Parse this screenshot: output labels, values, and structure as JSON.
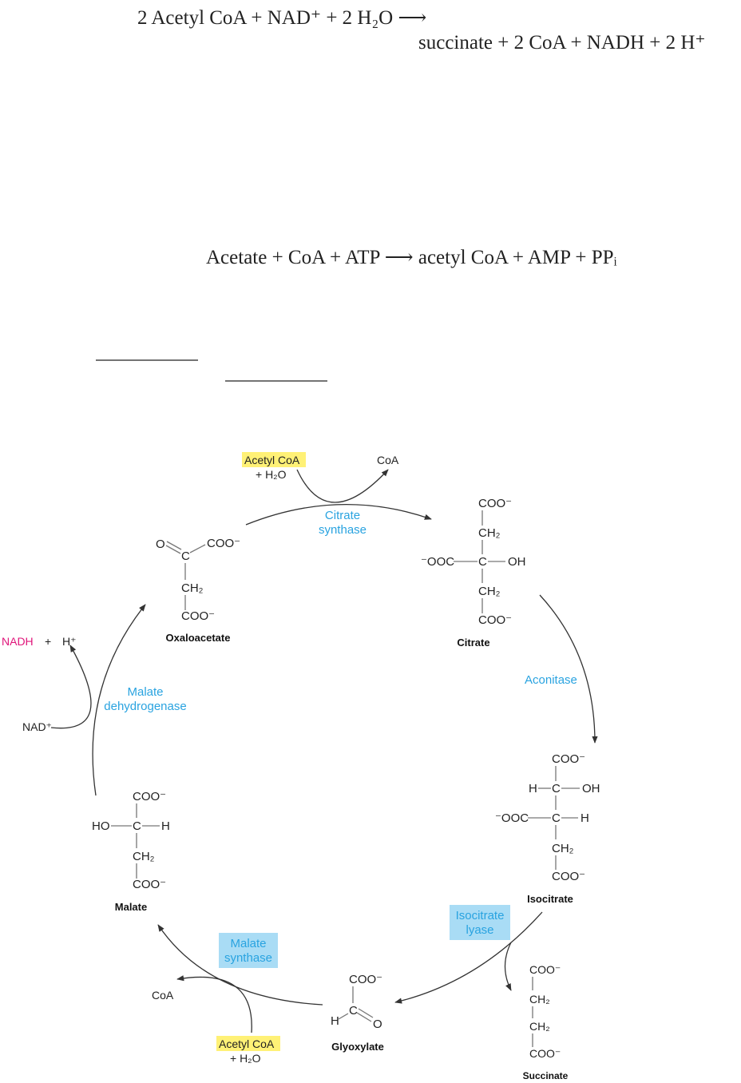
{
  "equation_1": {
    "line1": "2 Acetyl CoA + NAD⁺ + 2 H₂O ⟶",
    "line2": "succinate + 2 CoA + NADH + 2 H⁺"
  },
  "equation_2": "Acetate + CoA + ATP ⟶ acetyl CoA + AMP + PPᵢ",
  "colors": {
    "enzyme_text": "#29a3e0",
    "acetyl_highlight": "#fff176",
    "lyase_highlight": "#a9dcf5",
    "nadh": "#e0157a",
    "bond": "#777777",
    "arrow": "#333333"
  },
  "compounds": {
    "oxaloacetate": {
      "name": "Oxaloacetate",
      "atoms": {
        "o": "O",
        "c": "C",
        "coo_top": "COO⁻",
        "ch2": "CH₂",
        "coo_bottom": "COO⁻"
      }
    },
    "citrate": {
      "name": "Citrate",
      "atoms": {
        "coo_top": "COO⁻",
        "ch2_top": "CH₂",
        "ooc_left": "⁻OOC",
        "c": "C",
        "oh": "OH",
        "ch2_bottom": "CH₂",
        "coo_bottom": "COO⁻"
      }
    },
    "isocitrate": {
      "name": "Isocitrate",
      "atoms": {
        "coo_top": "COO⁻",
        "h1": "H",
        "c1": "C",
        "oh": "OH",
        "ooc_left": "⁻OOC",
        "c2": "C",
        "h2": "H",
        "ch2": "CH₂",
        "coo_bottom": "COO⁻"
      }
    },
    "succinate": {
      "name": "Succinate",
      "atoms": {
        "coo_top": "COO⁻",
        "ch2_1": "CH₂",
        "ch2_2": "CH₂",
        "coo_bottom": "COO⁻"
      }
    },
    "glyoxylate": {
      "name": "Glyoxylate",
      "atoms": {
        "coo": "COO⁻",
        "h": "H",
        "c": "C",
        "o": "O"
      }
    },
    "malate": {
      "name": "Malate",
      "atoms": {
        "coo_top": "COO⁻",
        "ho": "HO",
        "c": "C",
        "h": "H",
        "ch2": "CH₂",
        "coo_bottom": "COO⁻"
      }
    }
  },
  "enzymes": {
    "citrate_synthase": {
      "line1": "Citrate",
      "line2": "synthase"
    },
    "aconitase": "Aconitase",
    "isocitrate_lyase": {
      "line1": "Isocitrate",
      "line2": "lyase"
    },
    "malate_synthase": {
      "line1": "Malate",
      "line2": "synthase"
    },
    "malate_dehydrogenase": {
      "line1": "Malate",
      "line2": "dehydrogenase"
    }
  },
  "cosubstrates": {
    "top_acetyl": "Acetyl CoA",
    "top_h2o": "+ H₂O",
    "top_coa": "CoA",
    "bottom_acetyl": "Acetyl CoA",
    "bottom_h2o": "+ H₂O",
    "bottom_coa": "CoA",
    "nad": "NAD⁺",
    "nadh": "NADH",
    "plus": "+",
    "h_plus": "H⁺"
  }
}
